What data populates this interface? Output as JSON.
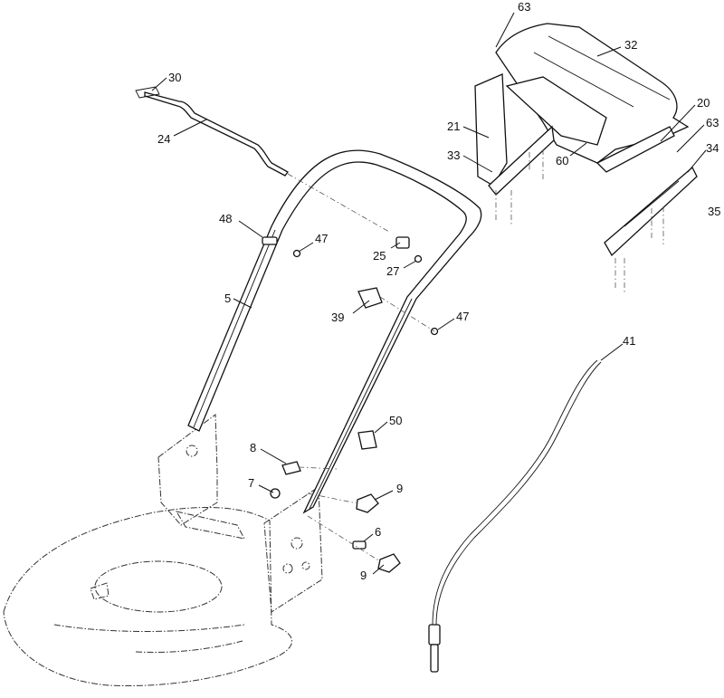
{
  "diagram": {
    "callouts": [
      "63",
      "32",
      "30",
      "24",
      "21",
      "33",
      "60",
      "20",
      "63",
      "34",
      "35",
      "48",
      "47",
      "25",
      "27",
      "5",
      "39",
      "47",
      "41",
      "50",
      "8",
      "7",
      "9",
      "6",
      "9"
    ]
  }
}
